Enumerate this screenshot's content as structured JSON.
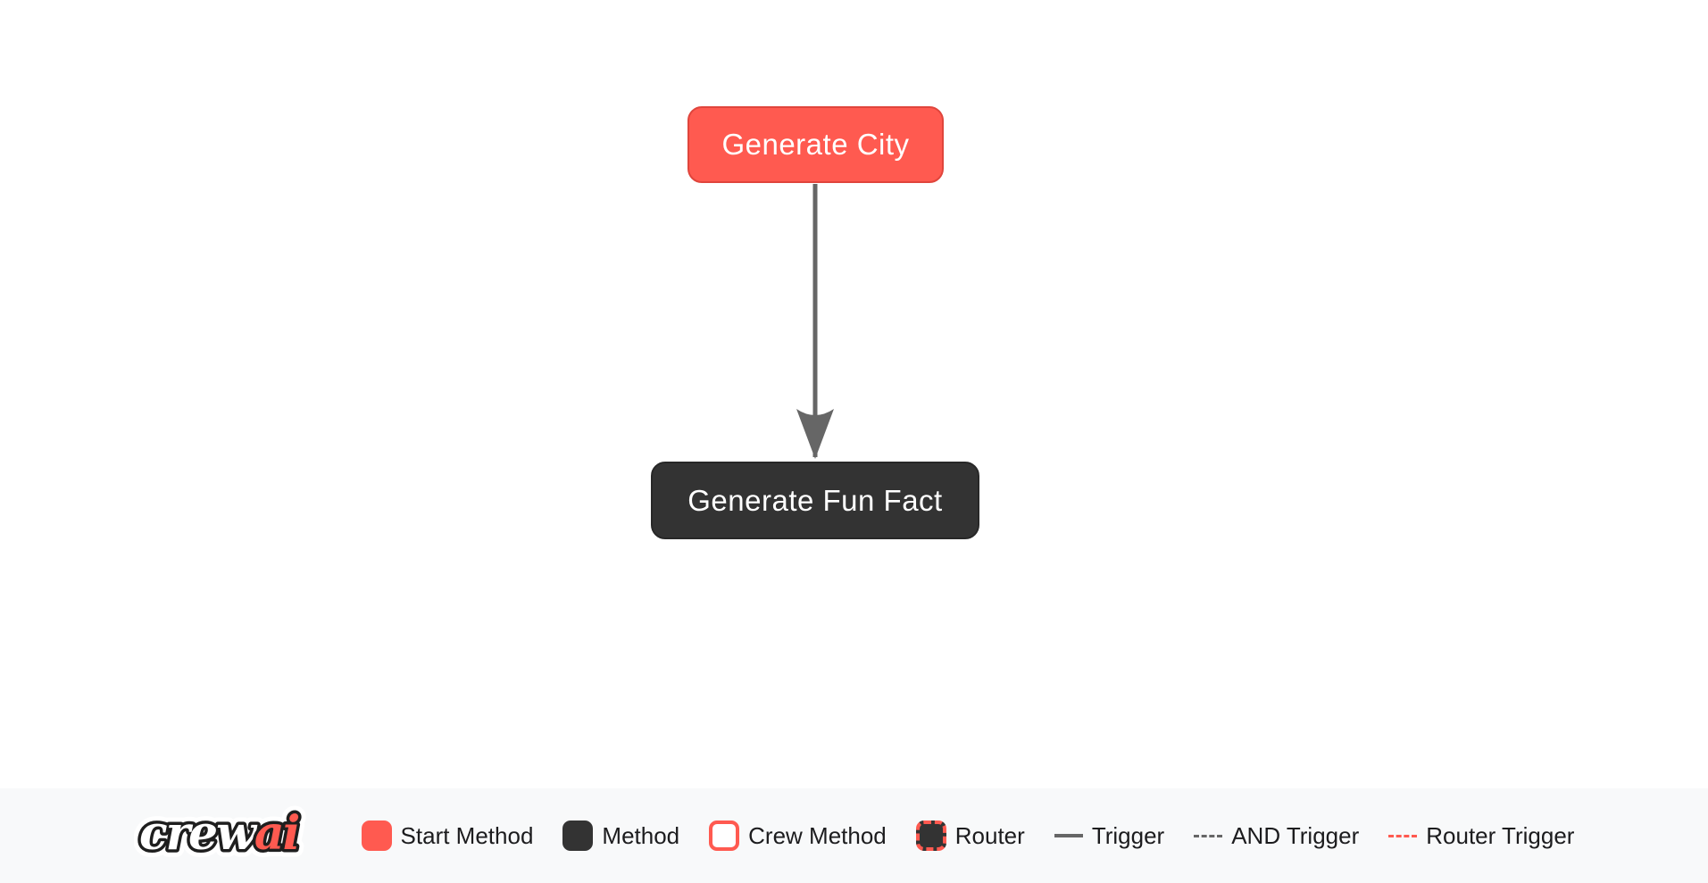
{
  "colors": {
    "canvas_background": "#FFFFFF",
    "legend_background": "#F8F9FA",
    "accent_red": "#FF5A50",
    "start_node_border": "#E0453C",
    "method_node": "#333333",
    "method_node_border": "#282828",
    "edge_gray": "#666666",
    "node_text": "#FFFFFF",
    "legend_text": "#1C1C1E"
  },
  "diagram": {
    "nodes": [
      {
        "label": "Generate City",
        "type": "start-method"
      },
      {
        "label": "Generate Fun Fact",
        "type": "method"
      }
    ],
    "edges": [
      {
        "from": "Generate City",
        "to": "Generate Fun Fact",
        "type": "trigger"
      }
    ]
  },
  "legend": {
    "logo": {
      "crew": "crew",
      "ai": "ai"
    },
    "items": [
      {
        "label": "Start Method"
      },
      {
        "label": "Method"
      },
      {
        "label": "Crew Method"
      },
      {
        "label": "Router"
      },
      {
        "label": "Trigger"
      },
      {
        "label": "AND Trigger"
      },
      {
        "label": "Router Trigger"
      }
    ]
  }
}
